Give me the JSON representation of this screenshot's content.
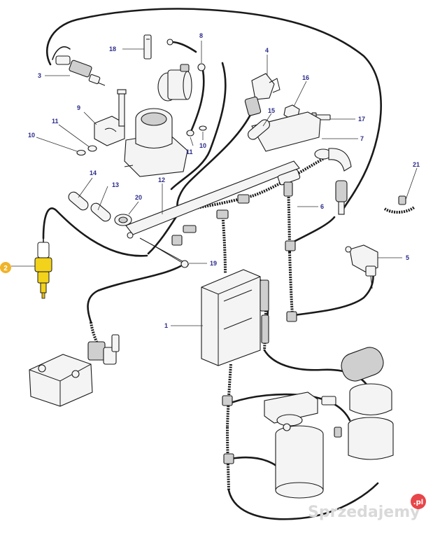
{
  "callouts": {
    "c1": "1",
    "c2": "2",
    "c3": "3",
    "c4": "4",
    "c5": "5",
    "c6": "6",
    "c7": "7",
    "c8": "8",
    "c9": "9",
    "c10a": "10",
    "c10b": "10",
    "c11a": "11",
    "c11b": "11",
    "c12": "12",
    "c13": "13",
    "c14": "14",
    "c15": "15",
    "c16": "16",
    "c17": "17",
    "c18": "18",
    "c19": "19",
    "c20": "20",
    "c21": "21"
  },
  "highlight": {
    "callout": "2",
    "color": "#f0b429",
    "part_color": "#f2d21b"
  },
  "colors": {
    "callout_text": "#2a2a8a",
    "line": "#1a1a1a"
  },
  "watermark": {
    "text": "Sprzedajemy",
    "badge": ".pl",
    "badge_color": "#e3262a"
  }
}
